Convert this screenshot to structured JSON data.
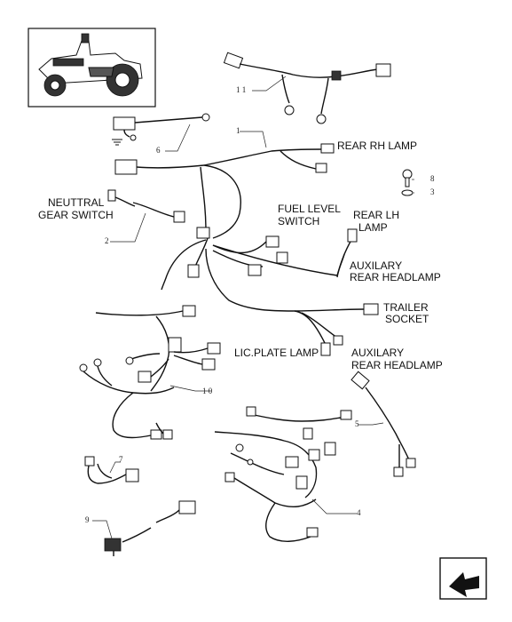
{
  "diagram": {
    "callouts": {
      "c1": "1",
      "c2": "2",
      "c3": "3",
      "c4": "4",
      "c5": "5",
      "c6": "6",
      "c7": "7",
      "c8": "8",
      "c9": "9",
      "c10": "1 0",
      "c11": "1 1"
    },
    "labels": {
      "rear_rh_lamp": "REAR RH LAMP",
      "neutral_gear_switch_1": "NEUTTRAL",
      "neutral_gear_switch_2": "GEAR SWITCH",
      "fuel_level_1": "FUEL LEVEL",
      "fuel_level_2": "SWITCH",
      "rear_lh_lamp_1": "REAR LH",
      "rear_lh_lamp_2": "LAMP",
      "aux_headlamp_a_1": "AUXILARY",
      "aux_headlamp_a_2": "REAR HEADLAMP",
      "trailer_socket_1": "TRAILER",
      "trailer_socket_2": "SOCKET",
      "lic_plate_lamp": "LIC.PLATE LAMP",
      "aux_headlamp_b_1": "AUXILARY",
      "aux_headlamp_b_2": "REAR HEADLAMP"
    },
    "icons": {
      "tractor_thumbnail": "tractor-thumbnail-icon",
      "ground_symbol": "ground-icon",
      "navigation": "next-page-arrow-icon"
    }
  }
}
